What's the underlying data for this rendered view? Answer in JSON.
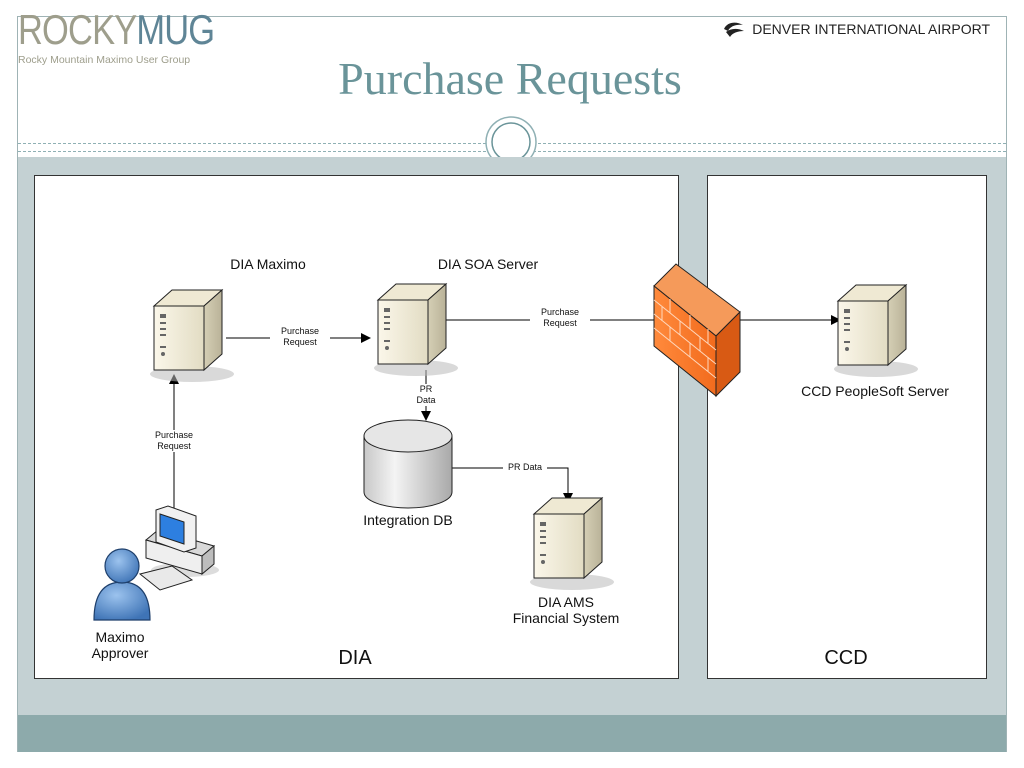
{
  "logo": {
    "rocky": "ROCKY",
    "mug": "MUG",
    "subtitle": "Rocky Mountain Maximo User Group"
  },
  "brand": {
    "name": "DENVER INTERNATIONAL AIRPORT"
  },
  "slide": {
    "title": "Purchase Requests"
  },
  "diagram": {
    "panels": {
      "dia": "DIA",
      "ccd": "CCD"
    },
    "nodes": {
      "dia_maximo": "DIA Maximo",
      "dia_soa_server": "DIA SOA Server",
      "ccd_peoplesoft_server": "CCD PeopleSoft Server",
      "integration_db": "Integration DB",
      "dia_ams": [
        "DIA AMS",
        "Financial System"
      ],
      "maximo_approver": [
        "Maximo",
        "Approver"
      ]
    },
    "edges": {
      "approver_to_maximo": [
        "Purchase",
        "Request"
      ],
      "maximo_to_soa": [
        "Purchase",
        "Request"
      ],
      "soa_to_ccd": [
        "Purchase",
        "Request"
      ],
      "soa_to_db": [
        "PR",
        "Data"
      ],
      "db_to_ams": "PR Data"
    },
    "icons": {
      "server": "server-tower-icon",
      "firewall": "firewall-icon",
      "database": "database-cylinder-icon",
      "workstation": "computer-workstation-icon",
      "user": "user-icon"
    },
    "colors": {
      "firewall": "#f26b1d",
      "user": "#4f86c6",
      "title": "#6a9499",
      "band": "#c4d1d3",
      "footer": "#8daaab"
    }
  }
}
